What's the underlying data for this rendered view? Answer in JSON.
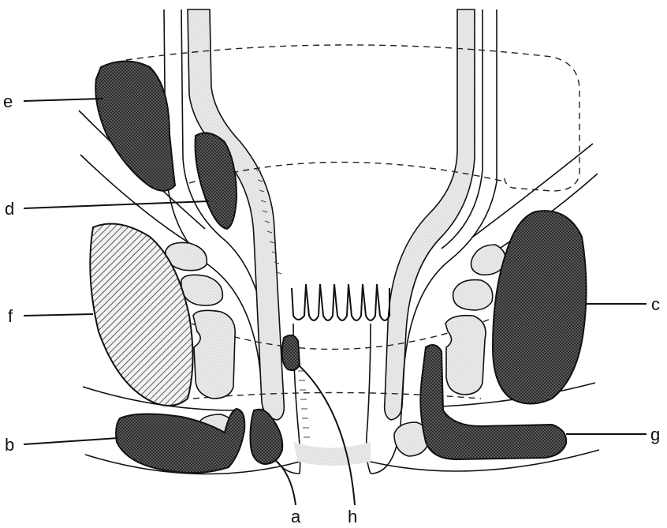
{
  "labels": {
    "a": "a",
    "b": "b",
    "c": "c",
    "d": "d",
    "e": "e",
    "f": "f",
    "g": "g",
    "h": "h"
  },
  "colors": {
    "ink": "#111111",
    "dark_fill": "#2e2e2e",
    "light_fill": "#e6e6e6",
    "background": "#ffffff"
  }
}
